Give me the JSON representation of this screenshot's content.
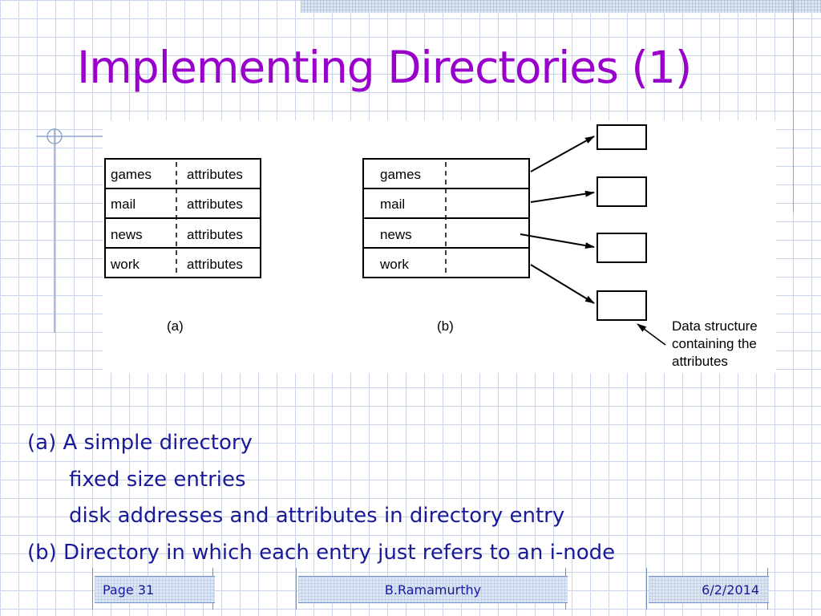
{
  "slide": {
    "title": "Implementing Directories (1)"
  },
  "figure_a": {
    "rows": [
      {
        "name": "games",
        "value": "attributes"
      },
      {
        "name": "mail",
        "value": "attributes"
      },
      {
        "name": "news",
        "value": "attributes"
      },
      {
        "name": "work",
        "value": "attributes"
      }
    ],
    "caption": "(a)"
  },
  "figure_b": {
    "rows": [
      "games",
      "mail",
      "news",
      "work"
    ],
    "caption": "(b)",
    "annotation": [
      "Data structure",
      "containing the",
      "attributes"
    ]
  },
  "body": {
    "lines": [
      "(a) A simple directory",
      "fixed size entries",
      "disk addresses and attributes in directory entry",
      "(b) Directory in which each entry just refers to an i-node"
    ]
  },
  "footer": {
    "page": "Page 31",
    "author": "B.Ramamurthy",
    "date": "6/2/2014"
  },
  "colors": {
    "title": "#9900cc",
    "body": "#1a1a99",
    "grid": "#c9d6ea"
  }
}
